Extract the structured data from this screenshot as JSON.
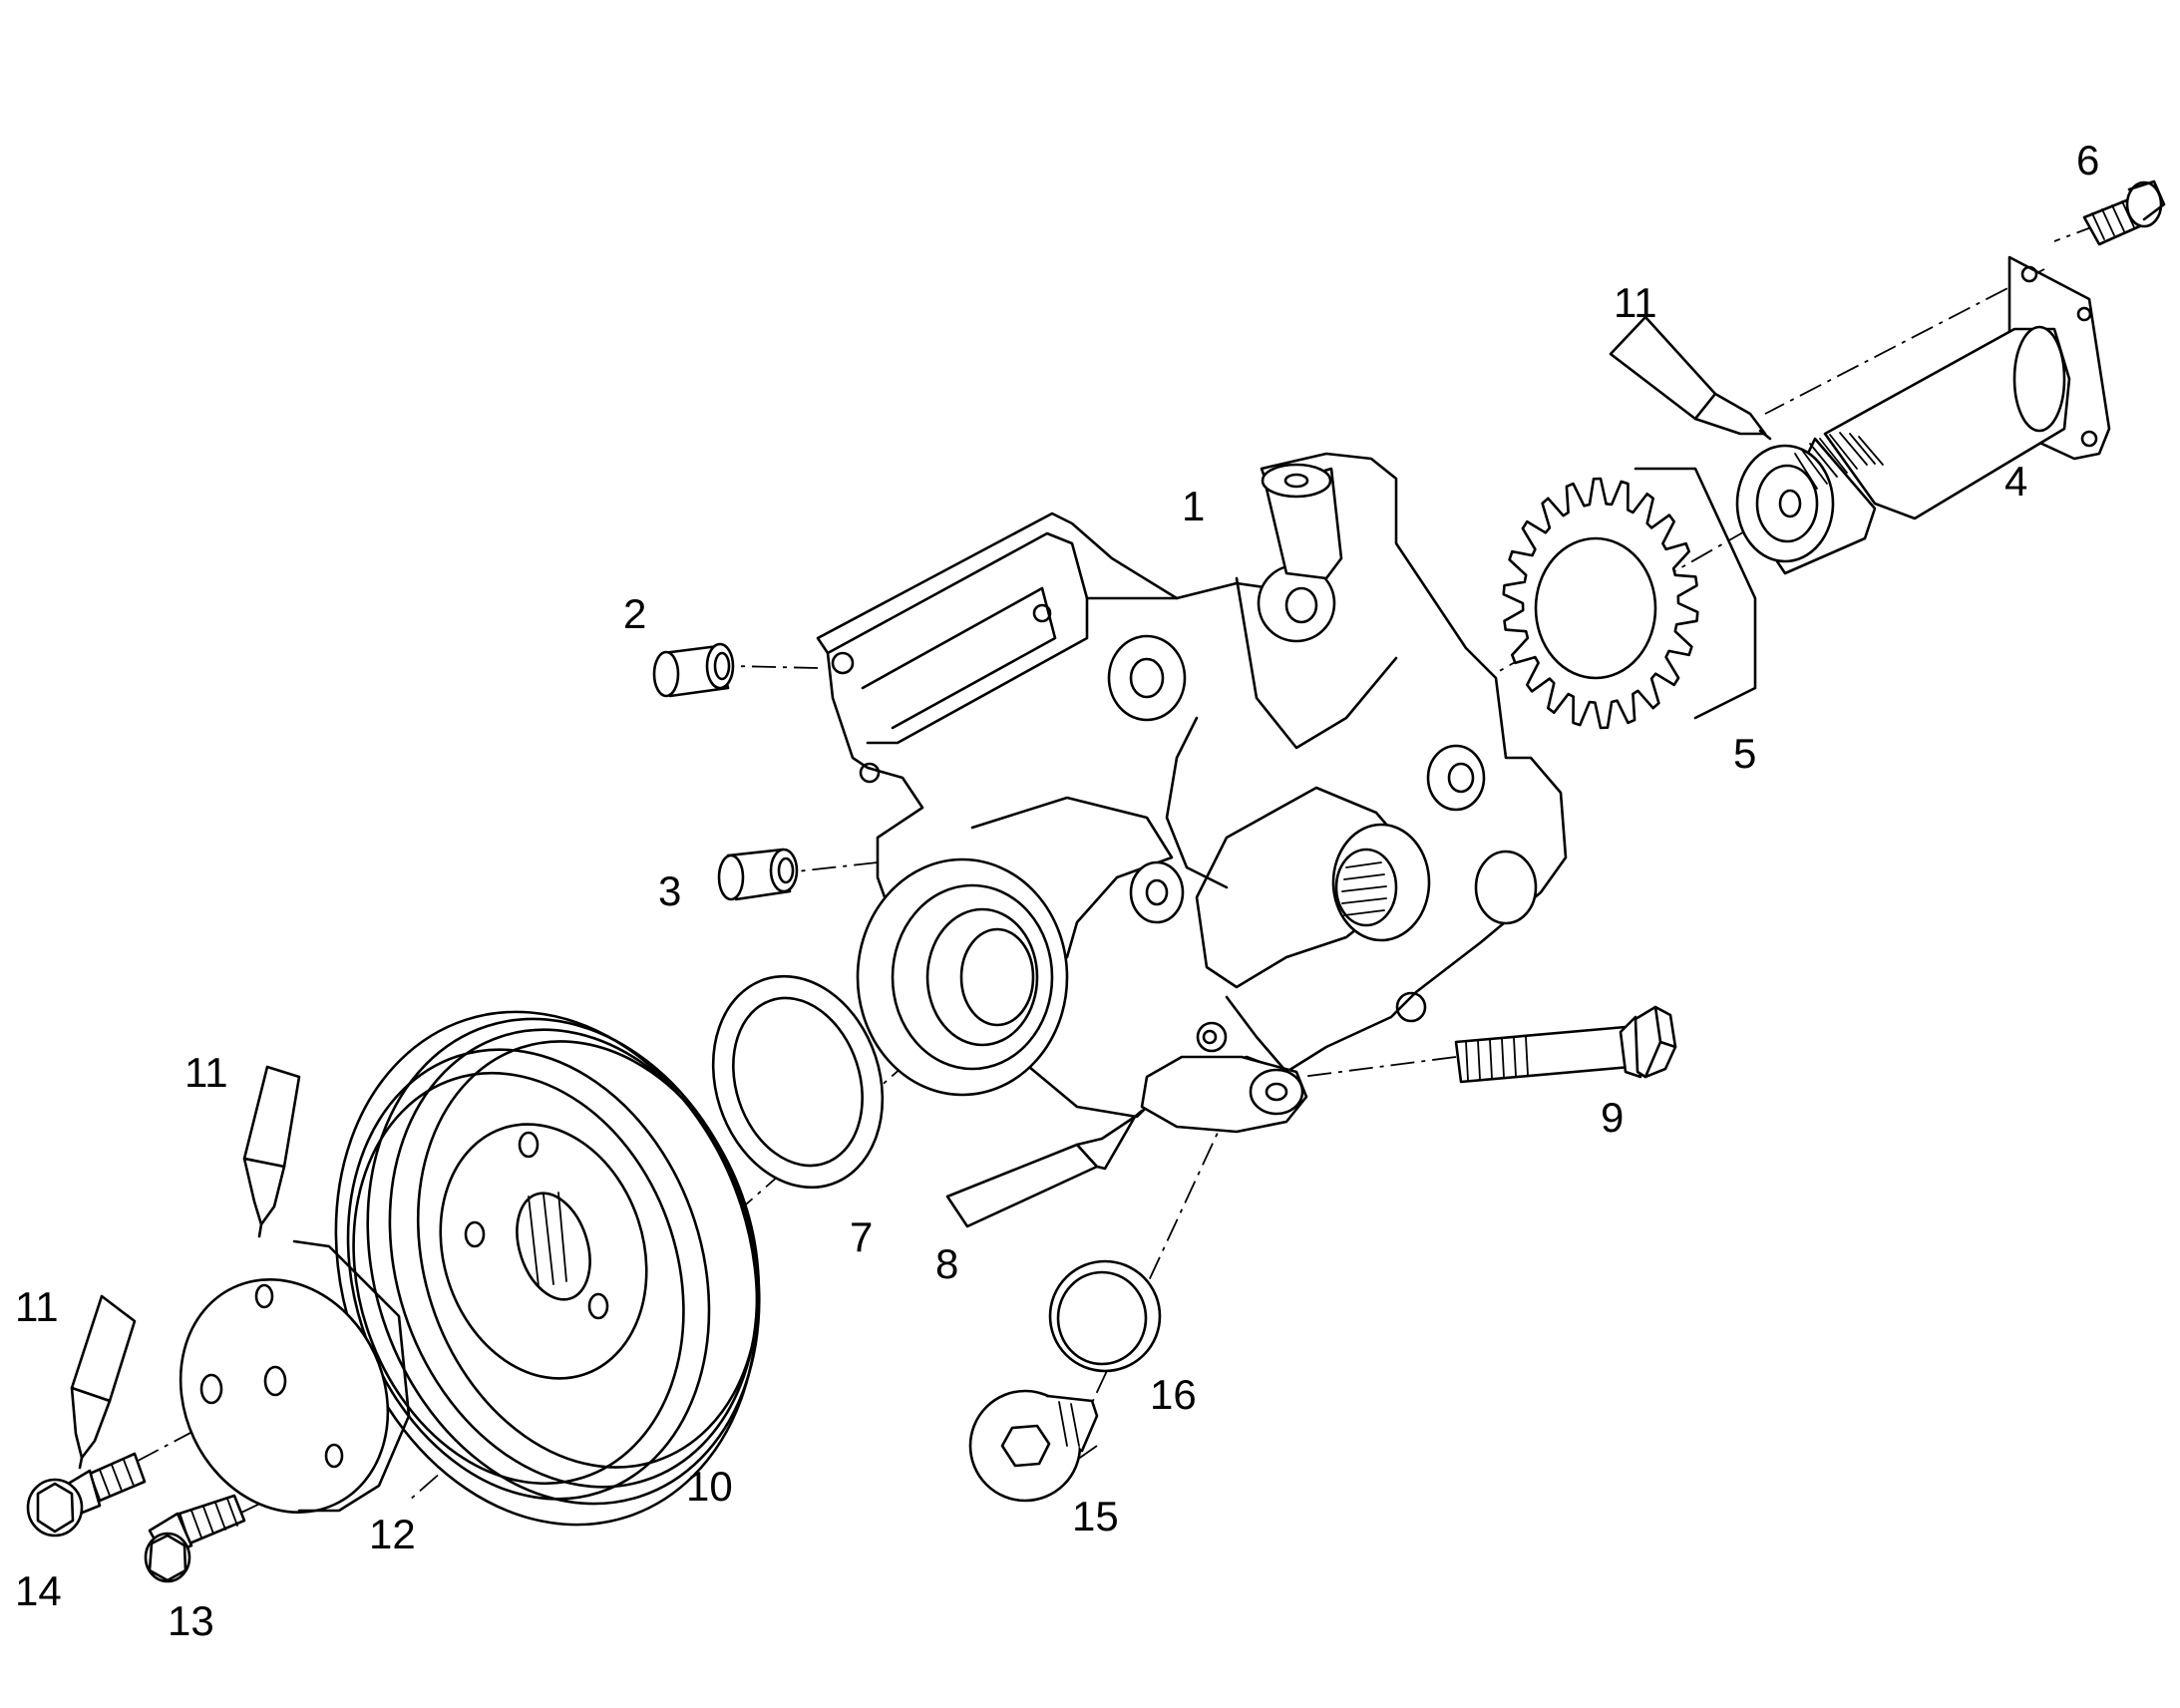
{
  "callouts": [
    {
      "id": "c1",
      "text": "1"
    },
    {
      "id": "c2",
      "text": "2"
    },
    {
      "id": "c3",
      "text": "3"
    },
    {
      "id": "c4",
      "text": "4"
    },
    {
      "id": "c5",
      "text": "5"
    },
    {
      "id": "c6",
      "text": "6"
    },
    {
      "id": "c7",
      "text": "7"
    },
    {
      "id": "c8",
      "text": "8"
    },
    {
      "id": "c9",
      "text": "9"
    },
    {
      "id": "c10",
      "text": "10"
    },
    {
      "id": "c11a",
      "text": "11"
    },
    {
      "id": "c11b",
      "text": "11"
    },
    {
      "id": "c11c",
      "text": "11"
    },
    {
      "id": "c12",
      "text": "12"
    },
    {
      "id": "c13",
      "text": "13"
    },
    {
      "id": "c14",
      "text": "14"
    },
    {
      "id": "c15",
      "text": "15"
    },
    {
      "id": "c16",
      "text": "16"
    }
  ],
  "icons": {
    "sealant_tube": "sealant-tube-icon",
    "bolt": "bolt-icon",
    "gear": "gear-icon",
    "pulley": "pulley-icon"
  }
}
